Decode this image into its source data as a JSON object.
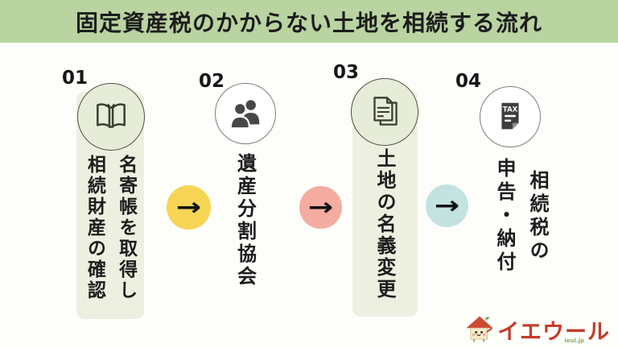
{
  "header": {
    "title": "固定資産税のかからない土地を相続する流れ"
  },
  "steps": [
    {
      "number": "01",
      "icon": "open-book-icon",
      "lines": [
        "名寄帳を取得し",
        "相続財産の確認"
      ]
    },
    {
      "number": "02",
      "icon": "people-icon",
      "lines": [
        "遺産分割協会"
      ]
    },
    {
      "number": "03",
      "icon": "documents-icon",
      "lines": [
        "土地の名義変更"
      ]
    },
    {
      "number": "04",
      "icon": "tax-document-icon",
      "lines": [
        "相続税の",
        "申告・納付"
      ]
    }
  ],
  "arrows": [
    {
      "symbol": "→",
      "color": "#f6d554"
    },
    {
      "symbol": "→",
      "color": "#f4aca0"
    },
    {
      "symbol": "→",
      "color": "#c2e3e0"
    }
  ],
  "colors": {
    "header_bg": "#b9d3a1",
    "pill_bg": "#edf0e0",
    "circle_green_bg": "#e7ecd9",
    "circle_outline_olive": "#4c523e",
    "icon_dark_gray": "#474747",
    "text_black": "#1d1d1d",
    "logo_red": "#c43b2b"
  },
  "logo": {
    "text": "イエウール",
    "subtext": "ieul.jp"
  }
}
